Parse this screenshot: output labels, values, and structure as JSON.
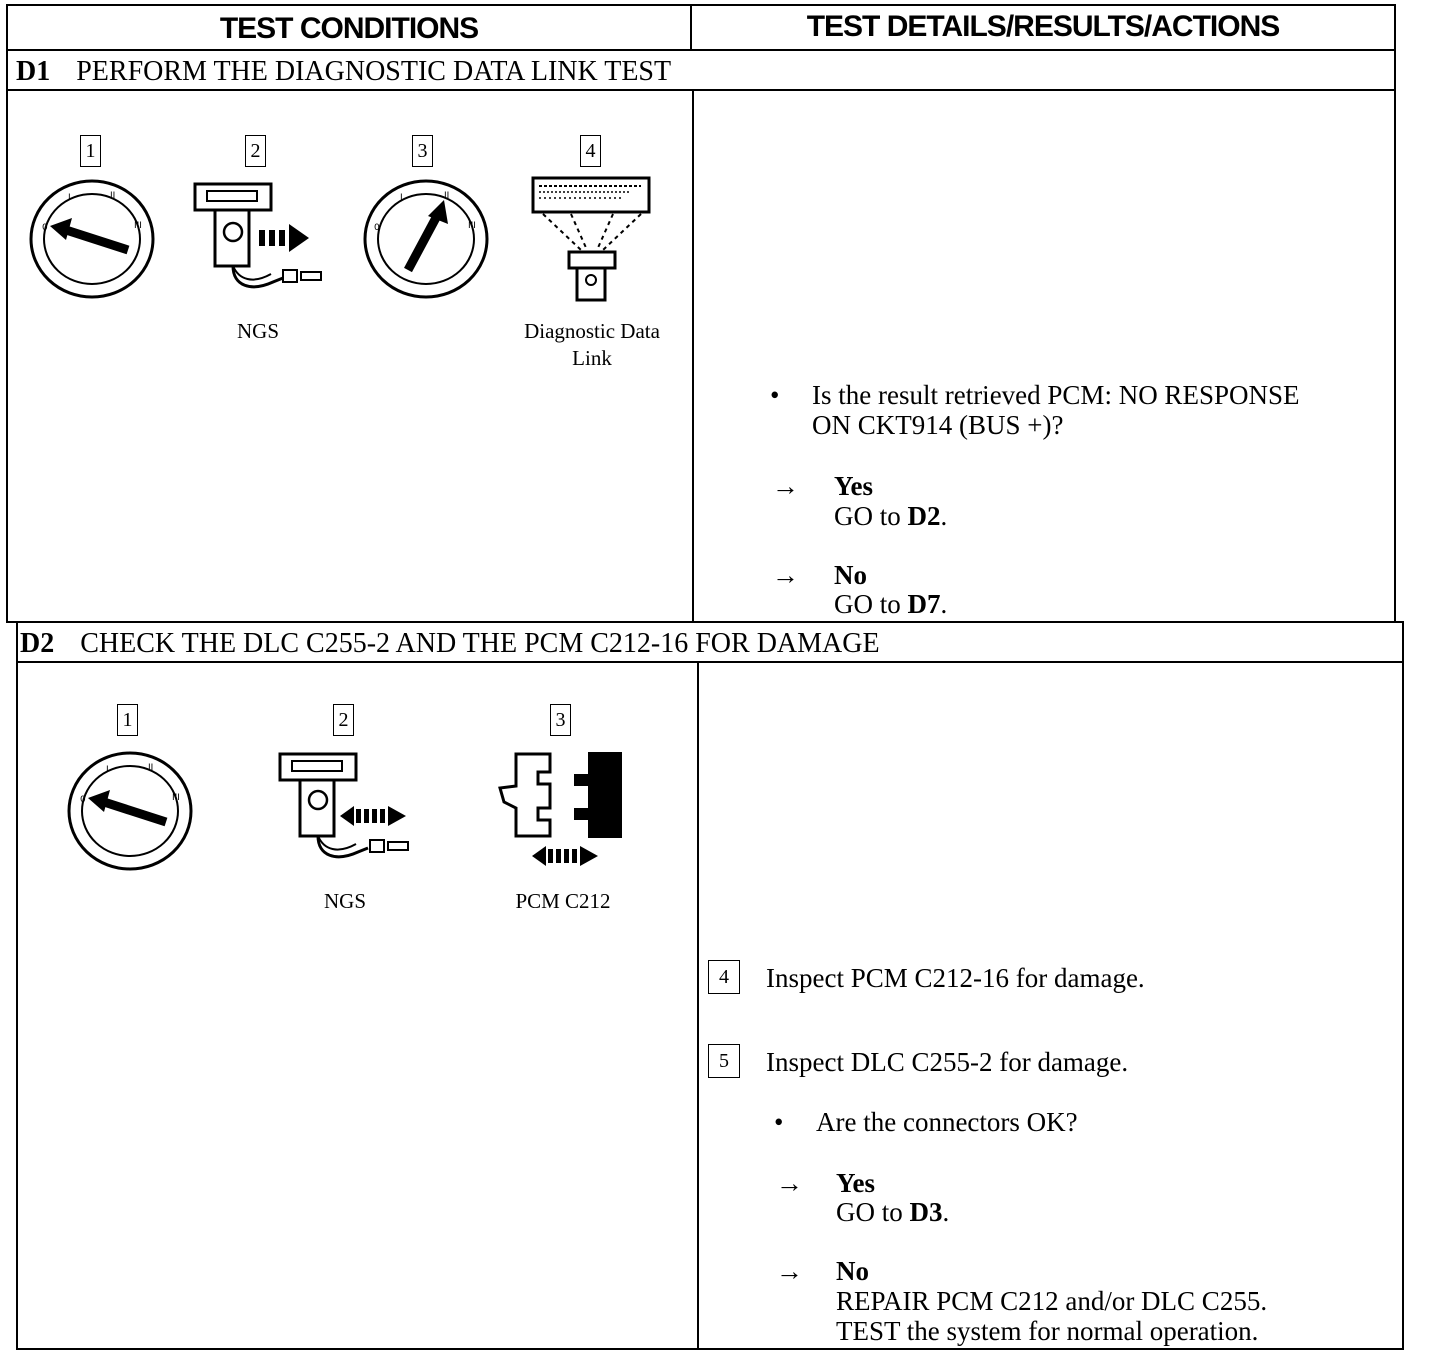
{
  "header": {
    "left": "TEST CONDITIONS",
    "right": "TEST DETAILS/RESULTS/ACTIONS"
  },
  "d1": {
    "code": "D1",
    "title": "PERFORM THE DIAGNOSTIC DATA LINK TEST",
    "steps": [
      "1",
      "2",
      "3",
      "4"
    ],
    "captions": {
      "ngs": "NGS",
      "ddl_line1": "Diagnostic Data",
      "ddl_line2": "Link"
    },
    "question_line1": "Is the result retrieved PCM: NO RESPONSE",
    "question_line2": "ON CKT914 (BUS +)?",
    "yes_label": "Yes",
    "yes_action_prefix": "GO to ",
    "yes_action_target": "D2",
    "no_label": "No",
    "no_action_prefix": "GO to ",
    "no_action_target": "D7"
  },
  "d2": {
    "code": "D2",
    "title": "CHECK THE DLC C255-2 AND THE PCM C212-16 FOR DAMAGE",
    "steps": [
      "1",
      "2",
      "3"
    ],
    "captions": {
      "ngs": "NGS",
      "pcm": "PCM C212"
    },
    "step4_num": "4",
    "step4_text": "Inspect PCM C212-16 for damage.",
    "step5_num": "5",
    "step5_text": "Inspect DLC C255-2 for damage.",
    "question": "Are the connectors OK?",
    "yes_label": "Yes",
    "yes_action_prefix": "GO to ",
    "yes_action_target": "D3",
    "no_label": "No",
    "no_action_line1": "REPAIR PCM C212 and/or DLC C255.",
    "no_action_line2": "TEST the system for normal operation."
  },
  "symbols": {
    "bullet": "•",
    "arrow": "→",
    "period": "."
  },
  "icons": [
    "ignition-off-icon",
    "ngs-connect-icon",
    "ignition-run-icon",
    "diagnostic-data-link-icon",
    "ngs-disconnect-icon",
    "pcm-connector-icon"
  ]
}
